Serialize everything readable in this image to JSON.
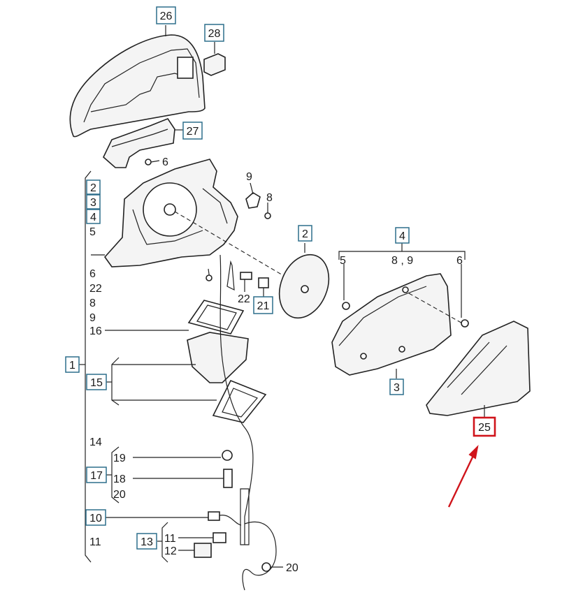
{
  "labels": {
    "l1": "1",
    "l2": "2",
    "l3": "3",
    "l4": "4",
    "l5": "5",
    "l6": "6",
    "l8": "8",
    "l9": "9",
    "l10": "10",
    "l11": "11",
    "l12": "12",
    "l13": "13",
    "l14": "14",
    "l15": "15",
    "l16": "16",
    "l17": "17",
    "l18": "18",
    "l19": "19",
    "l20": "20",
    "l21": "21",
    "l22": "22",
    "l25": "25",
    "l26": "26",
    "l27": "27",
    "l28": "28",
    "l89": "8 , 9"
  },
  "colors": {
    "box_border": "#2d6f8c",
    "highlight_border": "#d0141b",
    "arrow": "#d0141b"
  },
  "highlighted_part": "25"
}
